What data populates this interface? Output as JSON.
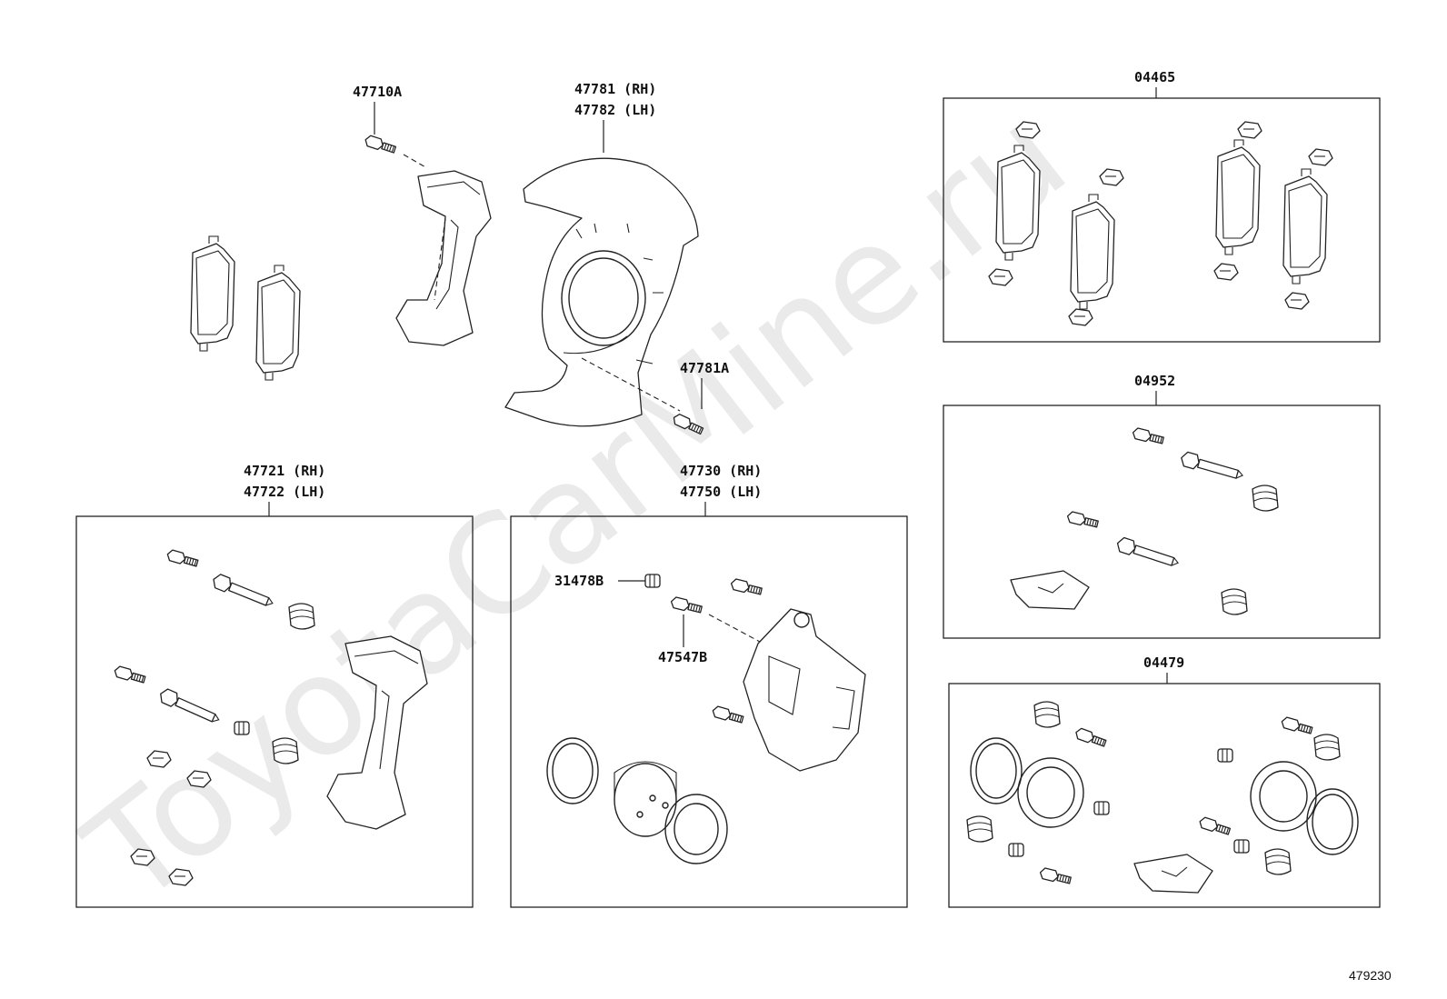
{
  "watermark": "ToyotaCarMine.ru",
  "diagram_ref": "479230",
  "labels": {
    "p47710A": "47710A",
    "p47781_rh": "47781 (RH)",
    "p47782_lh": "47782 (LH)",
    "p47781A": "47781A",
    "p04465": "04465",
    "p04952": "04952",
    "p04479": "04479",
    "p47721_rh": "47721 (RH)",
    "p47722_lh": "47722 (LH)",
    "p47730_rh": "47730 (RH)",
    "p47750_lh": "47750 (LH)",
    "p31478B": "31478B",
    "p47547B": "47547B"
  }
}
